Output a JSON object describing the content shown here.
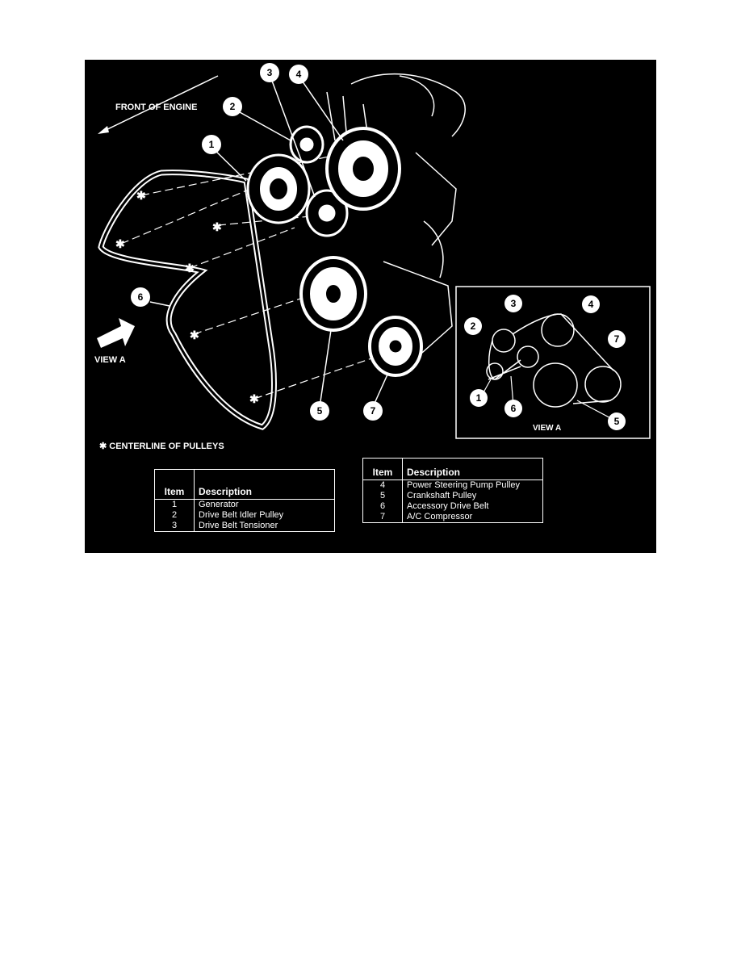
{
  "labels": {
    "front_of_engine": "FRONT OF ENGINE",
    "view_a_arrow": "VIEW A",
    "view_a_inset": "VIEW A",
    "centerline_note": "✱ CENTERLINE OF PULLEYS"
  },
  "callouts": [
    "1",
    "2",
    "3",
    "4",
    "5",
    "6",
    "7"
  ],
  "inset_callouts": [
    "1",
    "2",
    "3",
    "4",
    "5",
    "6",
    "7"
  ],
  "legend_left": {
    "header_item": "Item",
    "header_desc": "Description",
    "rows": [
      {
        "item": "1",
        "desc": "Generator"
      },
      {
        "item": "2",
        "desc": "Drive Belt Idler Pulley"
      },
      {
        "item": "3",
        "desc": "Drive Belt Tensioner"
      }
    ]
  },
  "legend_right": {
    "header_item": "Item",
    "header_desc": "Description",
    "rows": [
      {
        "item": "4",
        "desc": "Power Steering Pump Pulley"
      },
      {
        "item": "5",
        "desc": "Crankshaft Pulley"
      },
      {
        "item": "6",
        "desc": "Accessory Drive Belt"
      },
      {
        "item": "7",
        "desc": "A/C Compressor"
      }
    ]
  }
}
